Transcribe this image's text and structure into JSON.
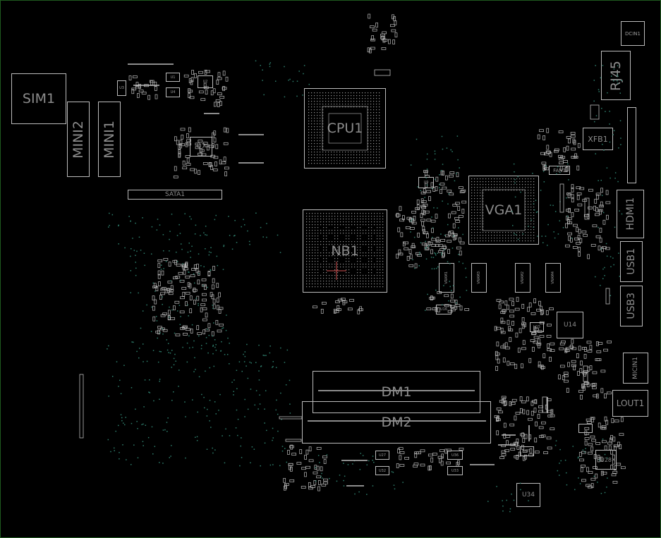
{
  "labels": {
    "sim1": "SIM1",
    "mini2": "MINI2",
    "mini1": "MINI1",
    "sata1": "SATA1",
    "cpu1": "CPU1",
    "nb1": "NB1",
    "vga1": "VGA1",
    "dcin1": "DCIN1",
    "rj45": "RJ45",
    "xfb1": "XFB1",
    "fan1": "FAN1",
    "hdmi1": "HDMI1",
    "usb1": "USB1",
    "usb3": "USB3",
    "micin1": "MICIN1",
    "lout1": "LOUT1",
    "dm1": "DM1",
    "dm2": "DM2",
    "u1": "U1",
    "u2": "U2",
    "u3": "U3",
    "u4": "U4",
    "u7": "U7",
    "u9": "U9",
    "u14": "U14",
    "u15": "U15",
    "u16": "U16",
    "u25": "U25",
    "u26": "U26",
    "u27": "U27",
    "u28": "U28",
    "u32": "U32",
    "u33": "U33",
    "u34": "U34",
    "u36": "U36",
    "vram1": "VRAM1",
    "vram2": "VRAM2",
    "vram3": "VRAM3",
    "vram4": "VRAM4"
  },
  "colors": {
    "background": "#000000",
    "outline": "#bcbcbc",
    "label": "#8c8c8c",
    "via": "#2f7f6d",
    "frame": "#1f5a1f",
    "marker": "#d05050"
  }
}
